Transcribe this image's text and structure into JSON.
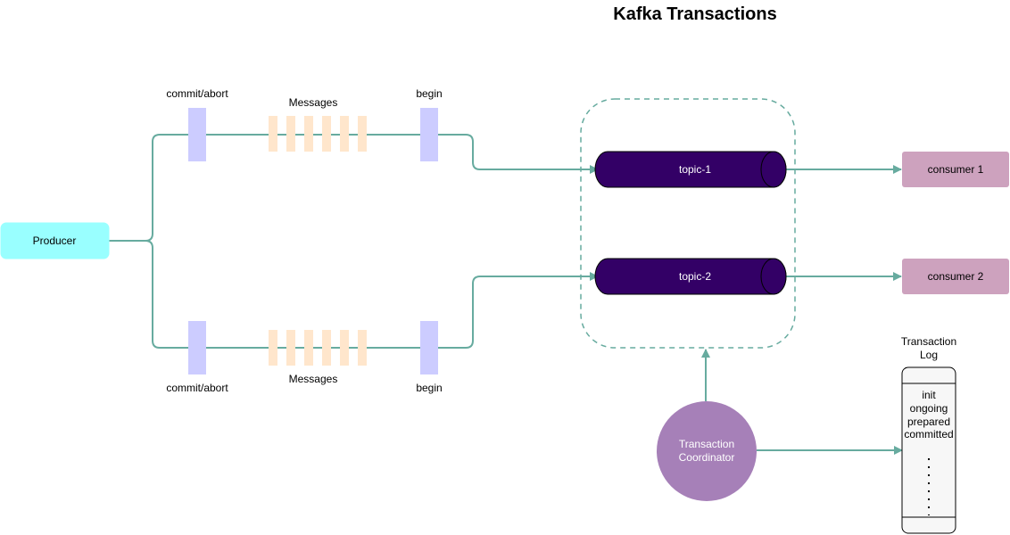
{
  "title": "Kafka Transactions",
  "producer": "Producer",
  "top_lane": {
    "commit_label": "commit/abort",
    "messages_label": "Messages",
    "begin_label": "begin"
  },
  "bottom_lane": {
    "commit_label": "commit/abort",
    "messages_label": "Messages",
    "begin_label": "begin"
  },
  "topics": [
    "topic-1",
    "topic-2"
  ],
  "consumers": [
    "consumer 1",
    "consumer 2"
  ],
  "coordinator": {
    "line1": "Transaction",
    "line2": "Coordinator"
  },
  "transaction_log": {
    "title_line1": "Transaction",
    "title_line2": "Log",
    "states": [
      "init",
      "ongoing",
      "prepared",
      "committed"
    ]
  },
  "colors": {
    "line": "#67AB9F",
    "producer": "#99FFFF",
    "marker": "#CCCCFF",
    "message": "#FFE6CC",
    "topic": "#330066",
    "consumer": "#CDA2BE",
    "coordinator": "#A680B8"
  }
}
